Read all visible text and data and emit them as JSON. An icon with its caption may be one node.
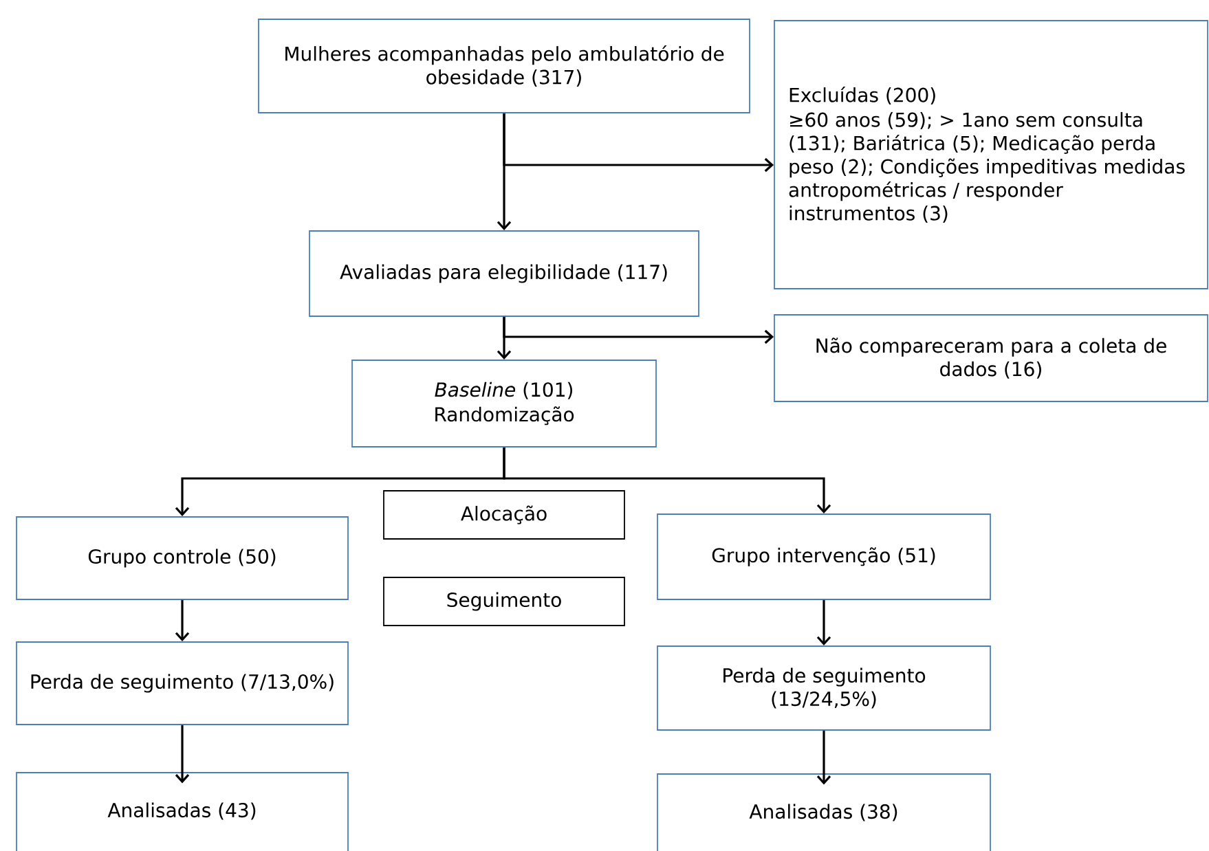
{
  "diagram": {
    "nodes": [
      {
        "text": [
          "Mulheres acompanhadas pelo ambulatório de obesidade (317)"
        ]
      },
      {
        "text": [
          "Excluídas (200)",
          "≥60 anos (59); > 1ano sem consulta (131); Bariátrica (5); Medicação perda peso (2); Condições impeditivas medidas antropométricas / responder instrumentos (3)"
        ]
      },
      {
        "text": [
          "Avaliadas para elegibilidade (117)"
        ]
      },
      {
        "text": [
          "Não compareceram para a coleta de dados (16)"
        ]
      },
      {
        "text": [
          "*Baseline* (101)",
          "Randomização"
        ]
      },
      {
        "text": [
          "Alocação"
        ]
      },
      {
        "text": [
          "Seguimento"
        ]
      },
      {
        "text": [
          "Grupo controle (50)"
        ]
      },
      {
        "text": [
          "Grupo intervenção (51)"
        ]
      },
      {
        "text": [
          "Perda de seguimento (7/13,0%)"
        ]
      },
      {
        "text": [
          "Perda de seguimento (13/24,5%)"
        ]
      },
      {
        "text": [
          "Analisadas (43)"
        ]
      },
      {
        "text": [
          "Analisadas (38)"
        ]
      }
    ],
    "edges": [
      {
        "from": 0,
        "to": 2,
        "arrow": "to"
      },
      {
        "from": 0,
        "to": 1,
        "arrow": "to"
      },
      {
        "from": 2,
        "to": 4,
        "arrow": "to"
      },
      {
        "from": 2,
        "to": 3,
        "arrow": "to"
      },
      {
        "from": 4,
        "to": 7,
        "arrow": "to"
      },
      {
        "from": 4,
        "to": 8,
        "arrow": "to"
      },
      {
        "from": 7,
        "to": 9,
        "arrow": "to"
      },
      {
        "from": 9,
        "to": 11,
        "arrow": "to"
      },
      {
        "from": 8,
        "to": 10,
        "arrow": "to"
      },
      {
        "from": 10,
        "to": 12,
        "arrow": "to"
      }
    ]
  }
}
